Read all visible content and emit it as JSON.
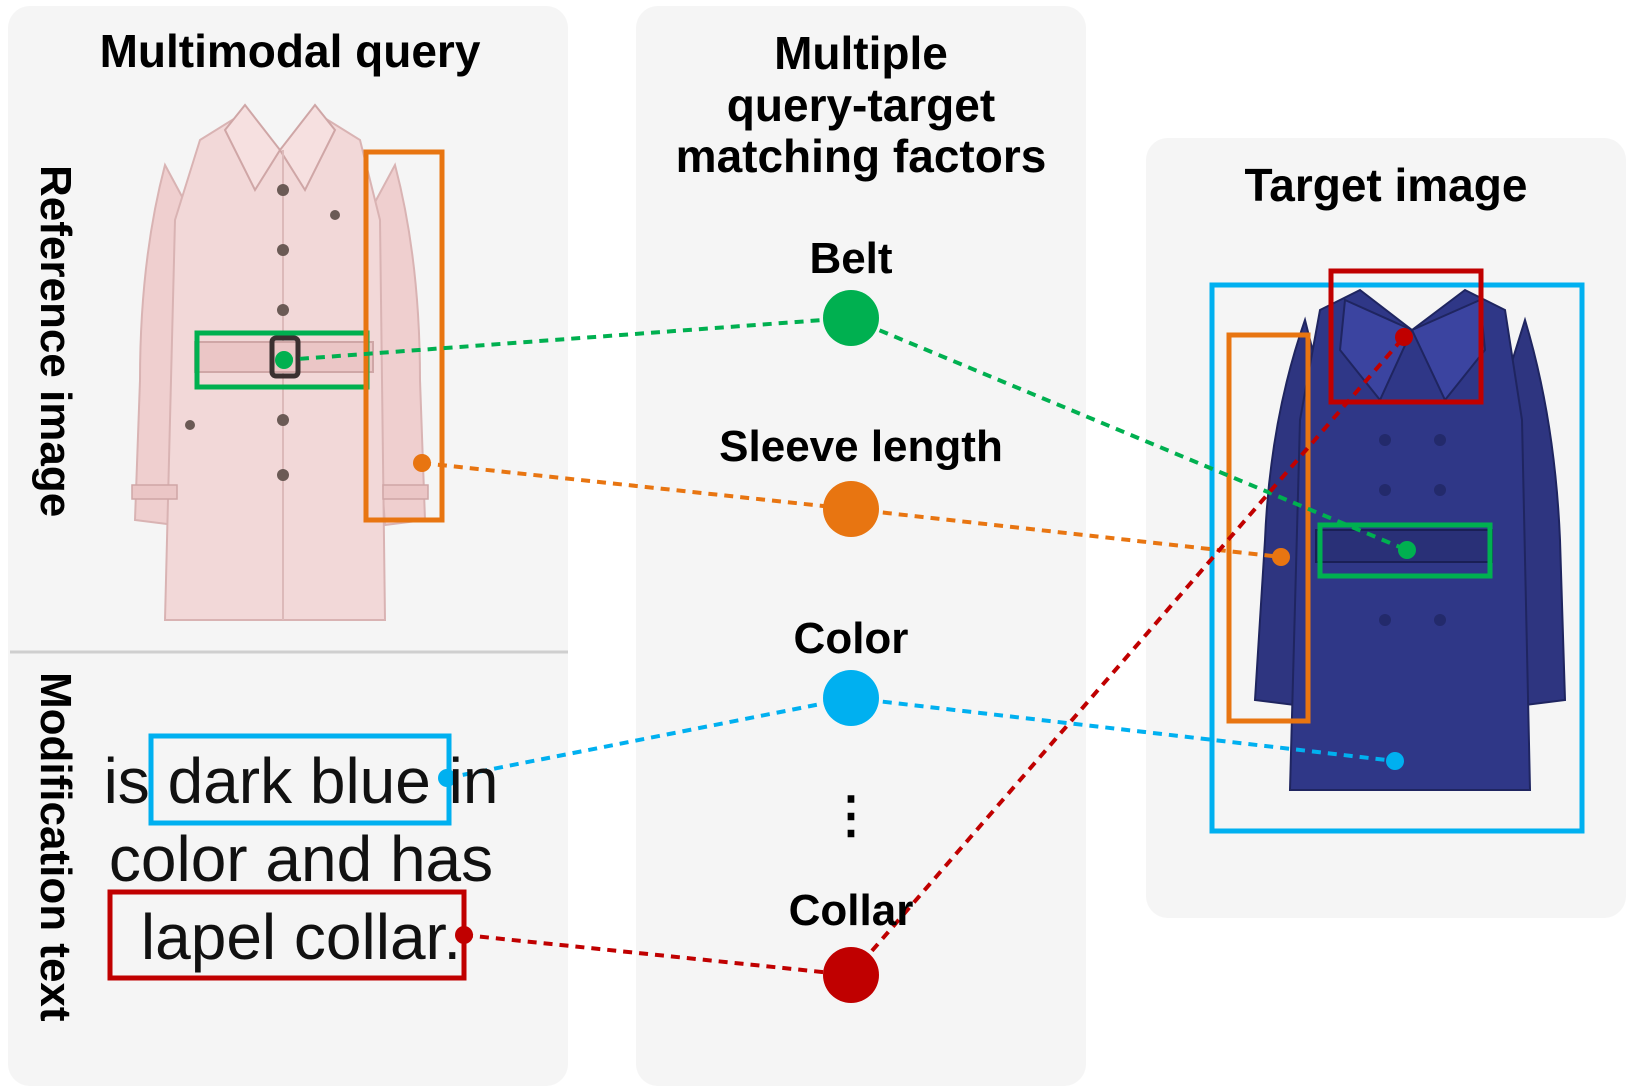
{
  "panels": {
    "query": {
      "title": "Multimodal query",
      "reference_label": "Reference image",
      "modification_label": "Modification text",
      "modification_text": {
        "line1_pre": "is ",
        "line1_highlight": "dark blue",
        "line1_post": " in",
        "line2": "color and has",
        "line3_highlight": "lapel collar."
      }
    },
    "factors": {
      "title_lines": [
        "Multiple",
        "query-target",
        "matching factors"
      ],
      "items": [
        {
          "label": "Belt",
          "color": "#00b050"
        },
        {
          "label": "Sleeve length",
          "color": "#e87511"
        },
        {
          "label": "Color",
          "color": "#00b0f0"
        },
        {
          "label": "Collar",
          "color": "#c00000"
        }
      ],
      "ellipsis": "⋮"
    },
    "target": {
      "title": "Target image"
    }
  },
  "images": {
    "reference": {
      "description": "pink trench coat",
      "color": "#f2d6d6"
    },
    "target": {
      "description": "dark blue trench coat",
      "color": "#2e3580"
    }
  },
  "colors": {
    "belt": "#00b050",
    "sleeve": "#e87511",
    "color": "#00b0f0",
    "collar": "#c00000",
    "panel_bg": "#f5f5f5"
  }
}
